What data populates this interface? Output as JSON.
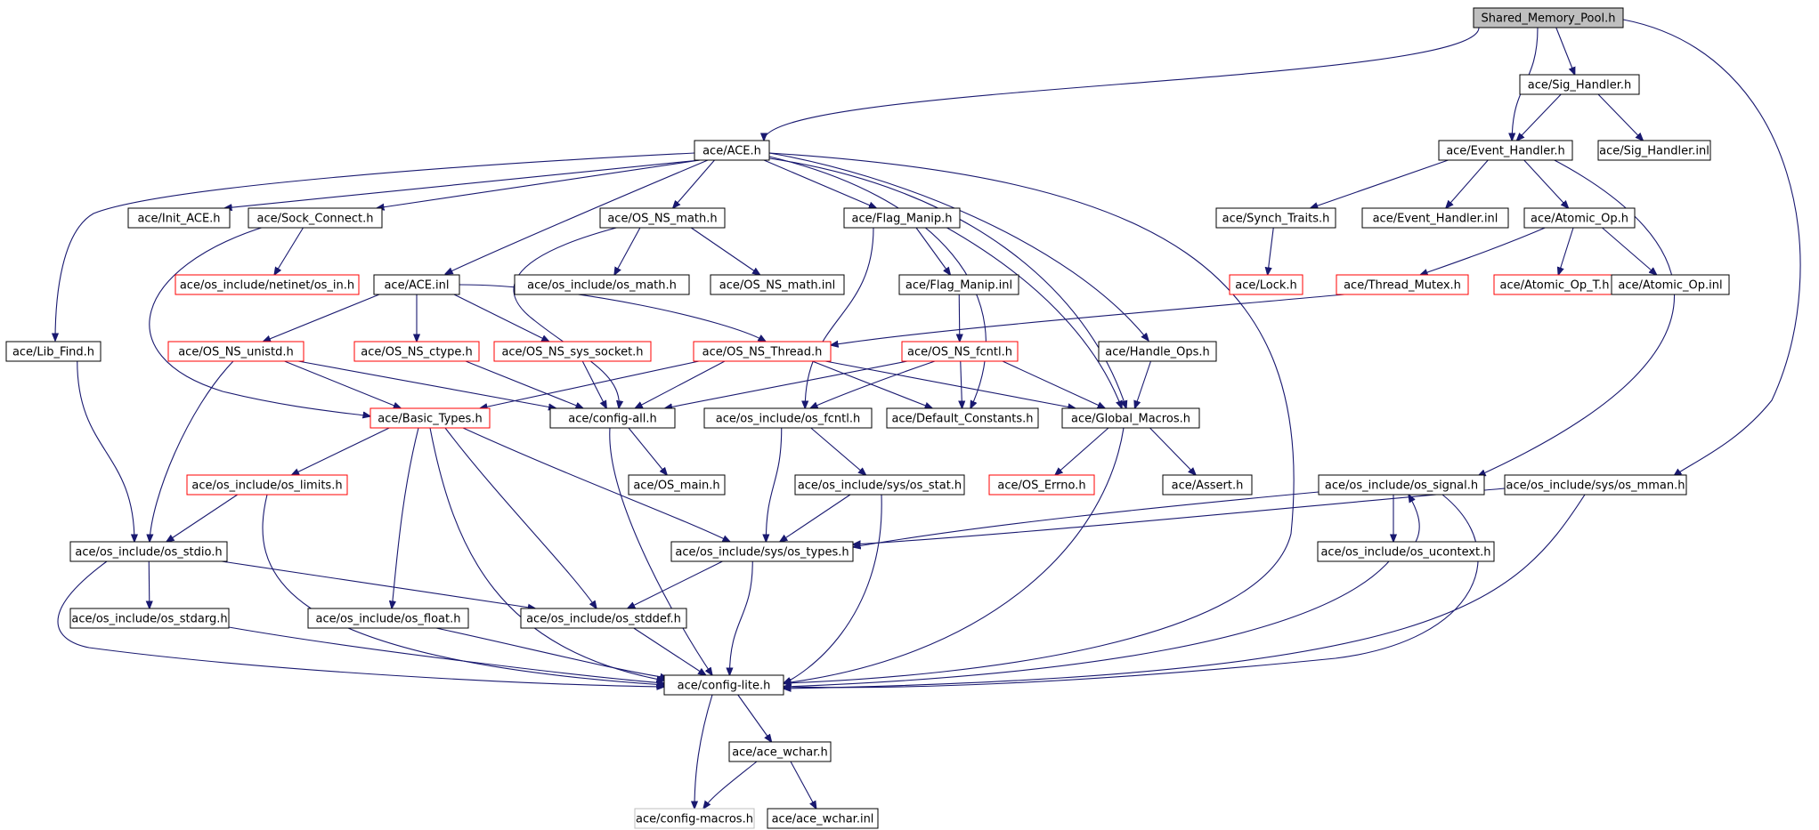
{
  "colors": {
    "edge": "#191970",
    "node_border_ok": "#000000",
    "node_border_missing": "#ff0000",
    "node_border_external": "#bfbfbf",
    "root_fill": "#bfbfbf",
    "node_fill": "#ffffff"
  },
  "nodes": [
    {
      "id": "root",
      "label": "Shared_Memory_Pool.h",
      "kind": "root"
    },
    {
      "id": "sig_h",
      "label": "ace/Sig_Handler.h",
      "kind": "normal"
    },
    {
      "id": "ace_h",
      "label": "ace/ACE.h",
      "kind": "normal"
    },
    {
      "id": "evh",
      "label": "ace/Event_Handler.h",
      "kind": "normal"
    },
    {
      "id": "sig_inl",
      "label": "ace/Sig_Handler.inl",
      "kind": "normal"
    },
    {
      "id": "init_ace",
      "label": "ace/Init_ACE.h",
      "kind": "normal"
    },
    {
      "id": "sock",
      "label": "ace/Sock_Connect.h",
      "kind": "normal"
    },
    {
      "id": "osnsmath",
      "label": "ace/OS_NS_math.h",
      "kind": "normal"
    },
    {
      "id": "flagmanip",
      "label": "ace/Flag_Manip.h",
      "kind": "normal"
    },
    {
      "id": "synch",
      "label": "ace/Synch_Traits.h",
      "kind": "normal"
    },
    {
      "id": "evhinl",
      "label": "ace/Event_Handler.inl",
      "kind": "normal"
    },
    {
      "id": "atomic",
      "label": "ace/Atomic_Op.h",
      "kind": "normal"
    },
    {
      "id": "netin",
      "label": "ace/os_include/netinet/os_in.h",
      "kind": "missing"
    },
    {
      "id": "ace_inl",
      "label": "ace/ACE.inl",
      "kind": "normal"
    },
    {
      "id": "osmath",
      "label": "ace/os_include/os_math.h",
      "kind": "normal"
    },
    {
      "id": "osnsmathinl",
      "label": "ace/OS_NS_math.inl",
      "kind": "normal"
    },
    {
      "id": "flaginl",
      "label": "ace/Flag_Manip.inl",
      "kind": "normal"
    },
    {
      "id": "lock",
      "label": "ace/Lock.h",
      "kind": "missing"
    },
    {
      "id": "thrmutex",
      "label": "ace/Thread_Mutex.h",
      "kind": "missing"
    },
    {
      "id": "atomict",
      "label": "ace/Atomic_Op_T.h",
      "kind": "missing"
    },
    {
      "id": "atomicinl",
      "label": "ace/Atomic_Op.inl",
      "kind": "normal"
    },
    {
      "id": "libfind",
      "label": "ace/Lib_Find.h",
      "kind": "normal"
    },
    {
      "id": "unistd",
      "label": "ace/OS_NS_unistd.h",
      "kind": "missing"
    },
    {
      "id": "ctype",
      "label": "ace/OS_NS_ctype.h",
      "kind": "missing"
    },
    {
      "id": "syssock",
      "label": "ace/OS_NS_sys_socket.h",
      "kind": "missing"
    },
    {
      "id": "thread",
      "label": "ace/OS_NS_Thread.h",
      "kind": "missing"
    },
    {
      "id": "fcntl",
      "label": "ace/OS_NS_fcntl.h",
      "kind": "missing"
    },
    {
      "id": "handleops",
      "label": "ace/Handle_Ops.h",
      "kind": "normal"
    },
    {
      "id": "basic",
      "label": "ace/Basic_Types.h",
      "kind": "missing"
    },
    {
      "id": "configall",
      "label": "ace/config-all.h",
      "kind": "normal"
    },
    {
      "id": "osfcntl",
      "label": "ace/os_include/os_fcntl.h",
      "kind": "normal"
    },
    {
      "id": "defconst",
      "label": "ace/Default_Constants.h",
      "kind": "normal"
    },
    {
      "id": "globalm",
      "label": "ace/Global_Macros.h",
      "kind": "normal"
    },
    {
      "id": "limits",
      "label": "ace/os_include/os_limits.h",
      "kind": "missing"
    },
    {
      "id": "osmain",
      "label": "ace/OS_main.h",
      "kind": "normal"
    },
    {
      "id": "osstat",
      "label": "ace/os_include/sys/os_stat.h",
      "kind": "normal"
    },
    {
      "id": "errno",
      "label": "ace/OS_Errno.h",
      "kind": "missing"
    },
    {
      "id": "assert",
      "label": "ace/Assert.h",
      "kind": "normal"
    },
    {
      "id": "ossignal",
      "label": "ace/os_include/os_signal.h",
      "kind": "normal"
    },
    {
      "id": "osmman",
      "label": "ace/os_include/sys/os_mman.h",
      "kind": "normal"
    },
    {
      "id": "osstdio",
      "label": "ace/os_include/os_stdio.h",
      "kind": "normal"
    },
    {
      "id": "ostypes",
      "label": "ace/os_include/sys/os_types.h",
      "kind": "normal"
    },
    {
      "id": "ucontext",
      "label": "ace/os_include/os_ucontext.h",
      "kind": "normal"
    },
    {
      "id": "stdarg",
      "label": "ace/os_include/os_stdarg.h",
      "kind": "normal"
    },
    {
      "id": "osfloat",
      "label": "ace/os_include/os_float.h",
      "kind": "normal"
    },
    {
      "id": "stddef",
      "label": "ace/os_include/os_stddef.h",
      "kind": "normal"
    },
    {
      "id": "cfglite",
      "label": "ace/config-lite.h",
      "kind": "normal"
    },
    {
      "id": "wchar",
      "label": "ace/ace_wchar.h",
      "kind": "normal"
    },
    {
      "id": "cfgmacros",
      "label": "ace/config-macros.h",
      "kind": "external"
    },
    {
      "id": "wcharinl",
      "label": "ace/ace_wchar.inl",
      "kind": "normal"
    }
  ],
  "edges": [
    [
      "root",
      "sig_h"
    ],
    [
      "root",
      "ace_h"
    ],
    [
      "root",
      "evh"
    ],
    [
      "root",
      "osmman"
    ],
    [
      "sig_h",
      "evh"
    ],
    [
      "sig_h",
      "sig_inl"
    ],
    [
      "ace_h",
      "init_ace"
    ],
    [
      "ace_h",
      "sock"
    ],
    [
      "ace_h",
      "osnsmath"
    ],
    [
      "ace_h",
      "flagmanip"
    ],
    [
      "ace_h",
      "libfind"
    ],
    [
      "ace_h",
      "ace_inl"
    ],
    [
      "ace_h",
      "handleops"
    ],
    [
      "ace_h",
      "defconst"
    ],
    [
      "ace_h",
      "cfglite"
    ],
    [
      "ace_h",
      "globalm"
    ],
    [
      "evh",
      "synch"
    ],
    [
      "evh",
      "evhinl"
    ],
    [
      "evh",
      "atomic"
    ],
    [
      "evh",
      "ossignal"
    ],
    [
      "sock",
      "netin"
    ],
    [
      "sock",
      "basic"
    ],
    [
      "osnsmath",
      "osmath"
    ],
    [
      "osnsmath",
      "osnsmathinl"
    ],
    [
      "osnsmath",
      "configall"
    ],
    [
      "flagmanip",
      "flaginl"
    ],
    [
      "flagmanip",
      "osfcntl"
    ],
    [
      "flagmanip",
      "globalm"
    ],
    [
      "synch",
      "lock"
    ],
    [
      "atomic",
      "thrmutex"
    ],
    [
      "atomic",
      "atomict"
    ],
    [
      "atomic",
      "atomicinl"
    ],
    [
      "thrmutex",
      "thread"
    ],
    [
      "ace_inl",
      "unistd"
    ],
    [
      "ace_inl",
      "ctype"
    ],
    [
      "ace_inl",
      "syssock"
    ],
    [
      "ace_inl",
      "thread"
    ],
    [
      "flaginl",
      "fcntl"
    ],
    [
      "libfind",
      "osstdio"
    ],
    [
      "unistd",
      "basic"
    ],
    [
      "unistd",
      "configall"
    ],
    [
      "unistd",
      "osstdio"
    ],
    [
      "ctype",
      "configall"
    ],
    [
      "syssock",
      "configall"
    ],
    [
      "thread",
      "basic"
    ],
    [
      "thread",
      "configall"
    ],
    [
      "thread",
      "defconst"
    ],
    [
      "thread",
      "globalm"
    ],
    [
      "fcntl",
      "configall"
    ],
    [
      "fcntl",
      "osfcntl"
    ],
    [
      "fcntl",
      "defconst"
    ],
    [
      "fcntl",
      "globalm"
    ],
    [
      "handleops",
      "globalm"
    ],
    [
      "basic",
      "limits"
    ],
    [
      "basic",
      "ostypes"
    ],
    [
      "basic",
      "osfloat"
    ],
    [
      "basic",
      "stddef"
    ],
    [
      "basic",
      "cfglite"
    ],
    [
      "configall",
      "osmain"
    ],
    [
      "configall",
      "cfglite"
    ],
    [
      "osfcntl",
      "osstat"
    ],
    [
      "osfcntl",
      "ostypes"
    ],
    [
      "globalm",
      "errno"
    ],
    [
      "globalm",
      "assert"
    ],
    [
      "globalm",
      "cfglite"
    ],
    [
      "limits",
      "osstdio"
    ],
    [
      "limits",
      "cfglite"
    ],
    [
      "osstat",
      "ostypes"
    ],
    [
      "osstat",
      "cfglite"
    ],
    [
      "ossignal",
      "ostypes"
    ],
    [
      "ossignal",
      "ucontext"
    ],
    [
      "ossignal",
      "cfglite"
    ],
    [
      "ucontext",
      "ossignal"
    ],
    [
      "ucontext",
      "cfglite"
    ],
    [
      "osmman",
      "ostypes"
    ],
    [
      "osmman",
      "cfglite"
    ],
    [
      "osstdio",
      "stdarg"
    ],
    [
      "osstdio",
      "stddef"
    ],
    [
      "osstdio",
      "cfglite"
    ],
    [
      "ostypes",
      "stddef"
    ],
    [
      "ostypes",
      "cfglite"
    ],
    [
      "stdarg",
      "cfglite"
    ],
    [
      "osfloat",
      "cfglite"
    ],
    [
      "stddef",
      "cfglite"
    ],
    [
      "cfglite",
      "wchar"
    ],
    [
      "cfglite",
      "cfgmacros"
    ],
    [
      "wchar",
      "cfgmacros"
    ],
    [
      "wchar",
      "wcharinl"
    ]
  ]
}
